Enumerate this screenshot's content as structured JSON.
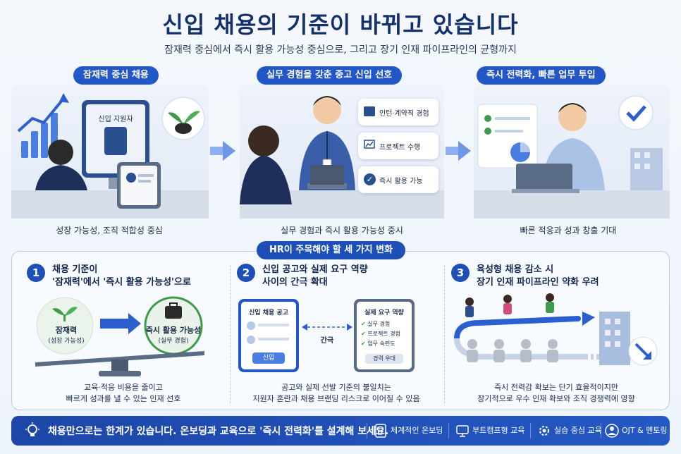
{
  "header": {
    "title": "신입 채용의 기준이 바뀌고 있습니다",
    "subtitle": "잠재력 중심에서 즉시 활용 가능성 중심으로, 그리고 장기 인재 파이프라인의 균형까지"
  },
  "stages": [
    {
      "label": "잠재력 중심 채용",
      "caption": "성장 가능성, 조직 적합성 중심",
      "card_label": "신입 지원자"
    },
    {
      "label": "실무 경험을 갖춘 중고 신입 선호",
      "caption": "실무 경험과 즉시 활용 가능성 중시",
      "cards": [
        "인턴·계약직 경험",
        "프로젝트 수행",
        "즉시 활용 가능"
      ]
    },
    {
      "label": "즉시 전력화, 빠른 업무 투입",
      "caption": "빠른 적응과 성과 창출 기대"
    }
  ],
  "changes": {
    "banner": "HR이 주목해야 할 세 가지 변화",
    "items": [
      {
        "num": "1",
        "title_line1": "채용 기준이",
        "title_line2": "'잠재력'에서 '즉시 활용 가능성'으로",
        "left_label": "잠재력",
        "left_sub": "(성장 가능성)",
        "right_label": "즉시 활용 가능성",
        "right_sub": "(실무 경험)",
        "caption_line1": "교육·적응 비용을 줄이고",
        "caption_line2": "빠르게 성과를 낼 수 있는 인재 선호"
      },
      {
        "num": "2",
        "title_line1": "신입 공고와 실제 요구 역량",
        "title_line2": "사이의 간극 확대",
        "posting_title": "신입 채용 공고",
        "posting_button": "신입",
        "gap_label": "간극",
        "req_title": "실제 요구 역량",
        "req_items": [
          "실무 경험",
          "프로젝트 경험",
          "업무 숙련도"
        ],
        "req_button": "경력 우대",
        "caption_line1": "공고와 실제 선발 기준의 불일치는",
        "caption_line2": "지원자 혼란과 채용 브랜딩 리스크로 이어질 수 있음"
      },
      {
        "num": "3",
        "title_line1": "육성형 채용 감소 시",
        "title_line2": "장기 인재 파이프라인 약화 우려",
        "caption_line1": "즉시 전력감 확보는 단기 효율적이지만",
        "caption_line2": "장기적으로 우수 인재 확보와 조직 경쟁력에 영향"
      }
    ]
  },
  "footer": {
    "message": "채용만으로는 한계가 있습니다. 온보딩과 교육으로 '즉시 전력화'를 설계해 보세요.",
    "chips": [
      {
        "label": "체계적인 온보딩",
        "icon": "checklist-icon"
      },
      {
        "label": "부트캠프형 교육",
        "icon": "monitor-icon"
      },
      {
        "label": "실습 중심 교육",
        "icon": "gear-icon"
      },
      {
        "label": "OJT & 멘토링",
        "icon": "mentor-icon"
      }
    ]
  },
  "colors": {
    "primary": "#2257c7",
    "dark_navy": "#14306b",
    "accent_green": "#3f9b4a"
  }
}
